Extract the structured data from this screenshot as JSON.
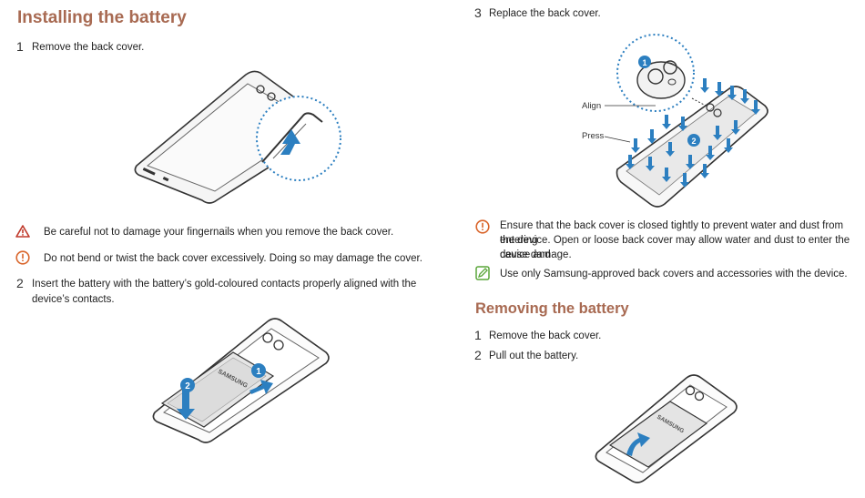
{
  "left": {
    "title": "Installing the battery",
    "step1": {
      "num": "1",
      "text": "Remove the back cover."
    },
    "warning": "Be careful not to damage your fingernails when you remove the back cover.",
    "caution": "Do not bend or twist the back cover excessively. Doing so may damage the cover.",
    "step2": {
      "num": "2",
      "text_line1": "Insert the battery with the battery’s gold-coloured contacts properly aligned with the",
      "text_line2": "device’s contacts."
    },
    "battery_brand": "SAMSUNG",
    "callouts": [
      "1",
      "2"
    ]
  },
  "right": {
    "step3": {
      "num": "3",
      "text": "Replace the back cover."
    },
    "align_label": "Align",
    "press_label": "Press",
    "callouts": [
      "1",
      "2"
    ],
    "caution_line1": "Ensure that the back cover is closed tightly to prevent water and dust from entering",
    "caution_line2": "the device. Open or loose back cover may allow water and dust to enter the device and",
    "caution_line3": "cause damage.",
    "tip": "Use only Samsung-approved back covers and accessories with the device.",
    "title2": "Removing the battery",
    "remove_step1": {
      "num": "1",
      "text": "Remove the back cover."
    },
    "remove_step2": {
      "num": "2",
      "text": "Pull out the battery."
    },
    "battery_brand": "SAMSUNG"
  },
  "colors": {
    "heading": "#a86a52",
    "accent_blue": "#2c7fc0",
    "warning_red": "#c0392b",
    "caution_orange": "#d9652b",
    "tip_green": "#5aa63a"
  },
  "icons": [
    "warning-triangle-icon",
    "caution-circle-icon",
    "tip-pencil-icon",
    "press-arrow-icon"
  ]
}
